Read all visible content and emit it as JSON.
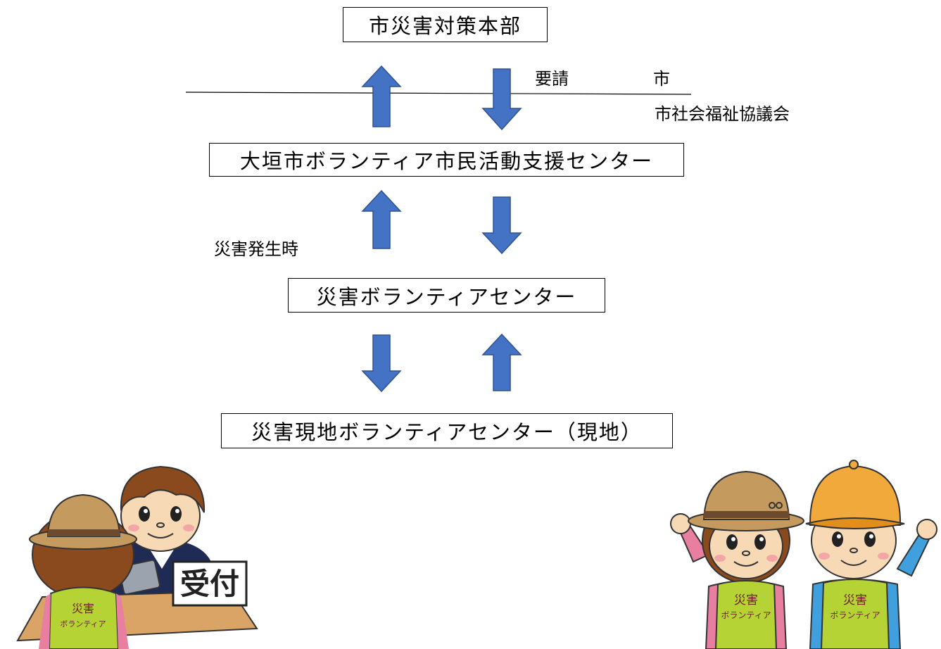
{
  "boxes": {
    "hq": "市災害対策本部",
    "support_center": "大垣市ボランティア市民活動支援センター",
    "disaster_center": "災害ボランティアセンター",
    "field_center": "災害現地ボランティアセンター（現地）"
  },
  "labels": {
    "request": "要請",
    "city": "市",
    "social_welfare": "市社会福祉協議会",
    "on_disaster": "災害発生時"
  },
  "illustrations": {
    "reception_sign": "受付",
    "vest_line1": "災害",
    "vest_line2": "ボランティア"
  },
  "colors": {
    "arrow_fill": "#4472C4",
    "arrow_stroke": "#2F528F",
    "vest": "#B5D334",
    "hat_brown": "#C49A5E",
    "cap_orange": "#F2A93B"
  }
}
